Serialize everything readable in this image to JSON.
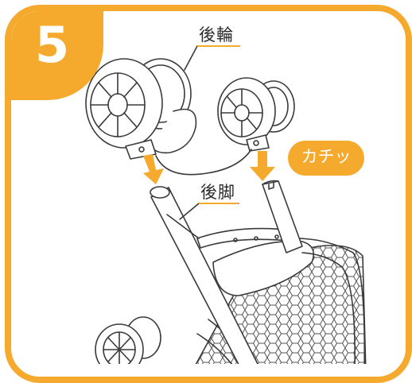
{
  "step": {
    "number": "5"
  },
  "labels": {
    "rear_wheel": "後輪",
    "rear_leg": "後脚",
    "click_sound": "カチッ"
  },
  "colors": {
    "accent": "#f5aa2e",
    "line": "#3a3a3a"
  }
}
